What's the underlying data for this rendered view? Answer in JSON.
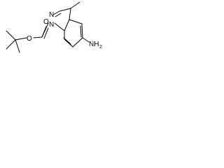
{
  "molecule": {
    "atoms": {
      "n_top": "N",
      "n_ring": "N",
      "o_carbonyl": "O",
      "o_ester": "O",
      "nh2": "NH",
      "nh2_sub": "2"
    },
    "colors": {
      "bond": "#000000",
      "text": "#000000",
      "background": "#ffffff"
    }
  }
}
